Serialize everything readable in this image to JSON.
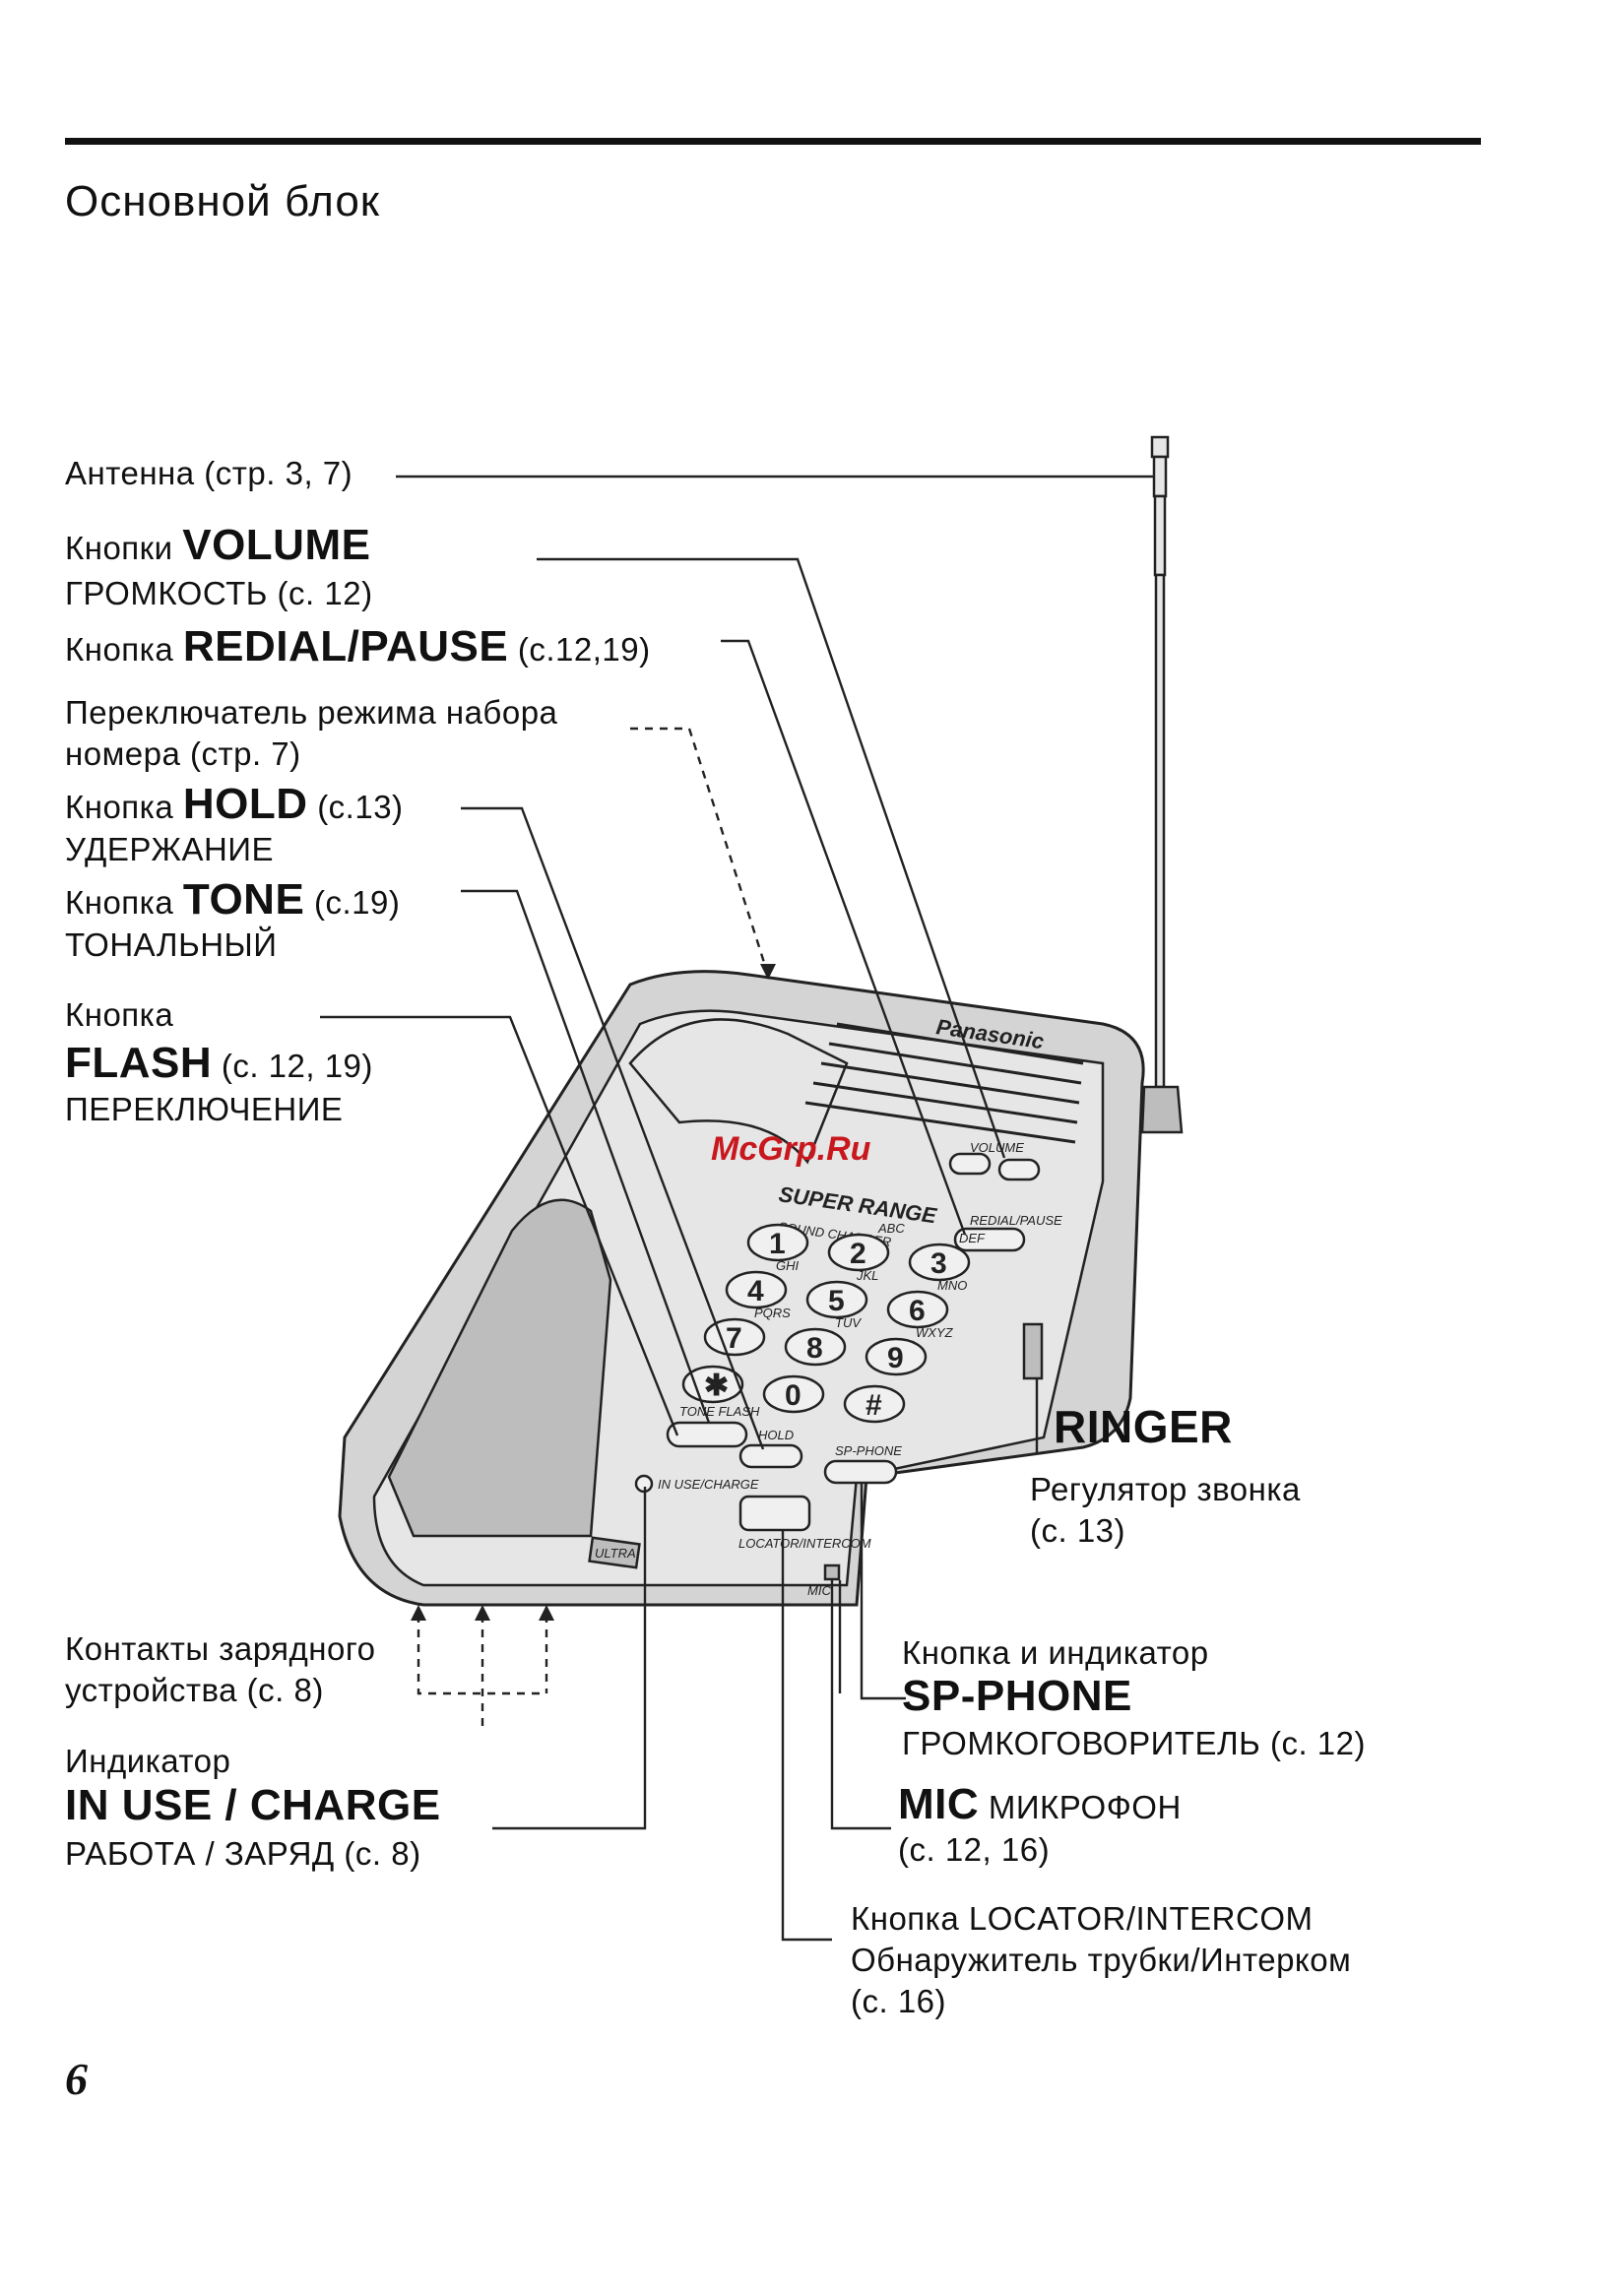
{
  "page": {
    "title": "Основной блок",
    "page_number": "6",
    "watermark": "McGrp.Ru"
  },
  "labels": {
    "antenna": "Антенна (стр. 3, 7)",
    "volume": {
      "prefix": "Кнопки",
      "name": "VOLUME",
      "desc": "ГРОМКОСТЬ (с. 12)"
    },
    "redial": {
      "prefix": "Кнопка",
      "name": "REDIAL/PAUSE",
      "ref": "(с.12,19)"
    },
    "dial_mode": {
      "line1": "Переключатель режима набора",
      "line2": "номера (стр. 7)"
    },
    "hold": {
      "prefix": "Кнопка",
      "name": "HOLD",
      "ref": "(с.13)",
      "desc": "УДЕРЖАНИЕ"
    },
    "tone": {
      "prefix": "Кнопка",
      "name": "TONE",
      "ref": "(с.19)",
      "desc": "ТОНАЛЬНЫЙ"
    },
    "flash": {
      "prefix": "Кнопка",
      "name": "FLASH",
      "ref": "(с. 12, 19)",
      "desc": "ПЕРЕКЛЮЧЕНИЕ"
    },
    "ringer": {
      "name": "RINGER",
      "line1": "Регулятор звонка",
      "line2": "(с. 13)"
    },
    "charge_contacts": {
      "line1": "Контакты зарядного",
      "line2": "устройства (с. 8)"
    },
    "sp_phone": {
      "prefix": "Кнопка и индикатор",
      "name": "SP-PHONE",
      "desc": "ГРОМКОГОВОРИТЕЛЬ (с. 12)"
    },
    "in_use": {
      "prefix": "Индикатор",
      "name": "IN USE / CHARGE",
      "desc": "РАБОТА / ЗАРЯД (с. 8)"
    },
    "mic": {
      "name": "MIC",
      "desc": "МИКРОФОН",
      "ref": "(с. 12, 16)"
    },
    "locator": {
      "line1": "Кнопка LOCATOR/INTERCOM",
      "line2": "Обнаружитель трубки/Интерком",
      "line3": "(с. 16)"
    }
  },
  "device": {
    "brand": "Panasonic",
    "model_banner": "SUPER RANGE",
    "sub_banner": "SOUND CHARGER",
    "keypad": [
      {
        "key": "1",
        "letters": ""
      },
      {
        "key": "2",
        "letters": "ABC"
      },
      {
        "key": "3",
        "letters": "DEF"
      },
      {
        "key": "4",
        "letters": "GHI"
      },
      {
        "key": "5",
        "letters": "JKL"
      },
      {
        "key": "6",
        "letters": "MNO"
      },
      {
        "key": "7",
        "letters": "PQRS"
      },
      {
        "key": "8",
        "letters": "TUV"
      },
      {
        "key": "9",
        "letters": "WXYZ"
      },
      {
        "key": "✱",
        "letters": ""
      },
      {
        "key": "0",
        "letters": ""
      },
      {
        "key": "#",
        "letters": ""
      }
    ],
    "button_labels": {
      "volume": "VOLUME",
      "redial": "REDIAL/PAUSE",
      "tone_flash": "TONE FLASH",
      "hold": "HOLD",
      "sp_phone": "SP-PHONE",
      "in_use": "IN USE/CHARGE",
      "locator": "LOCATOR/INTERCOM",
      "mic": "MIC",
      "ultra": "ULTRA"
    }
  }
}
